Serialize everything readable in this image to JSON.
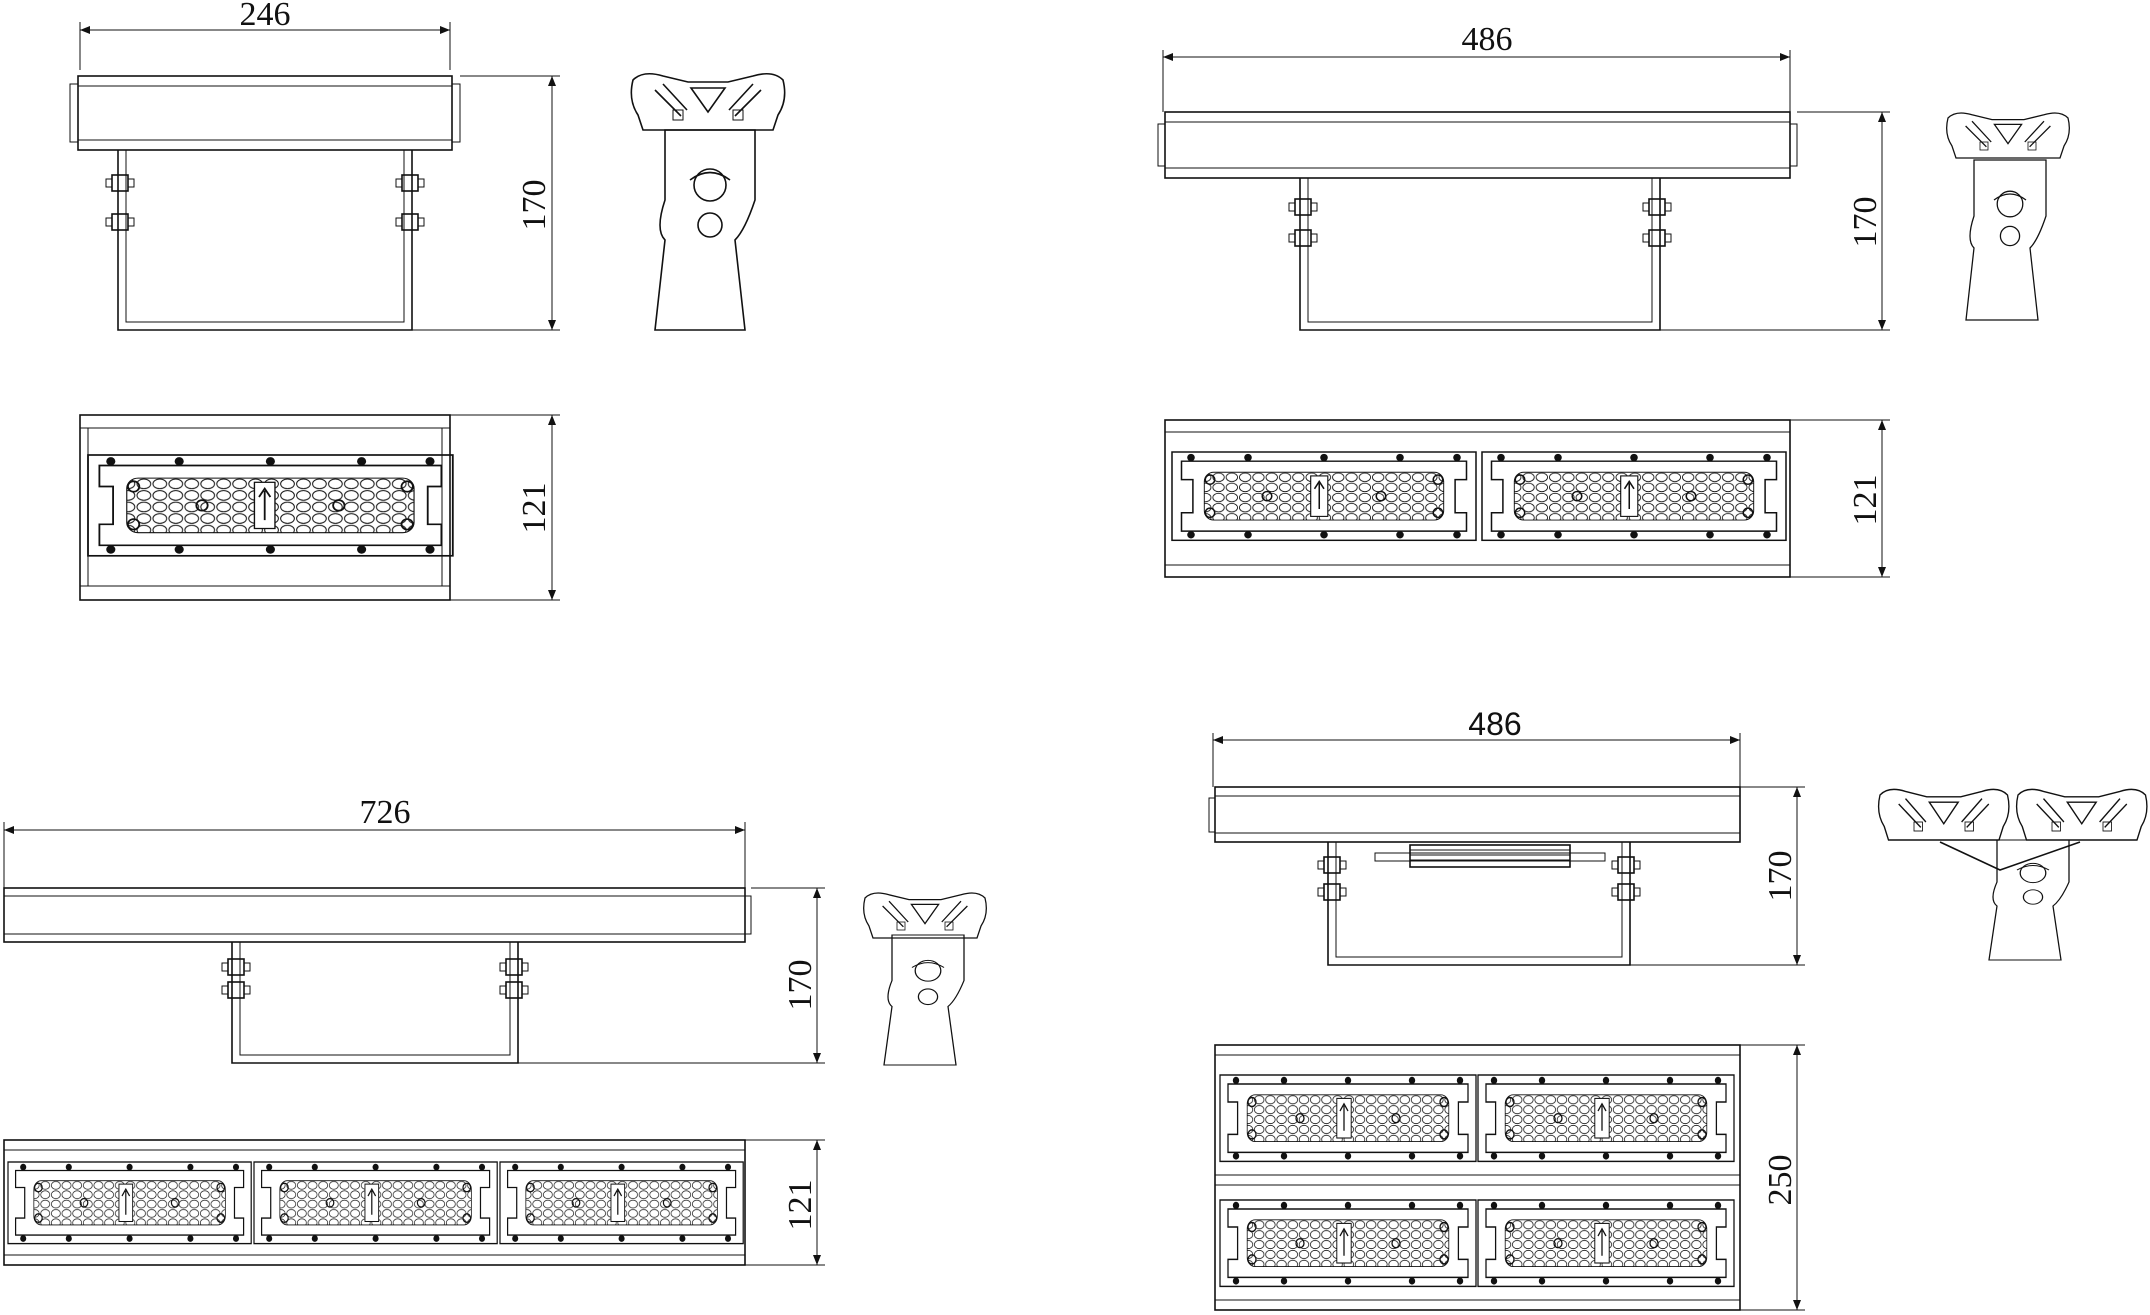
{
  "drawing": {
    "top_left": {
      "width_label": "246",
      "height_label": "170",
      "front_height_label": "121"
    },
    "top_right": {
      "width_label": "486",
      "height_label": "170",
      "front_height_label": "121"
    },
    "bottom_left": {
      "width_label": "726",
      "height_label": "170",
      "front_height_label": "121"
    },
    "bottom_right": {
      "width_label": "486",
      "height_label": "170",
      "front_height_label": "250"
    }
  }
}
